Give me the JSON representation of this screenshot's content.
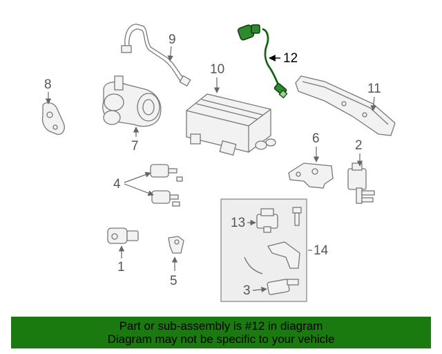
{
  "callouts": {
    "c1": "1",
    "c2": "2",
    "c3": "3",
    "c4": "4",
    "c5": "5",
    "c6": "6",
    "c7": "7",
    "c8": "8",
    "c9": "9",
    "c10": "10",
    "c11": "11",
    "c12": "12",
    "c13": "13",
    "c14": "14"
  },
  "banner": {
    "line1": "Part or sub-assembly is #12 in diagram",
    "line2": "Diagram may not be specific to your vehicle"
  },
  "colors": {
    "banner_bg": "#1a7a10",
    "highlight_part": "#2d8a2d"
  }
}
